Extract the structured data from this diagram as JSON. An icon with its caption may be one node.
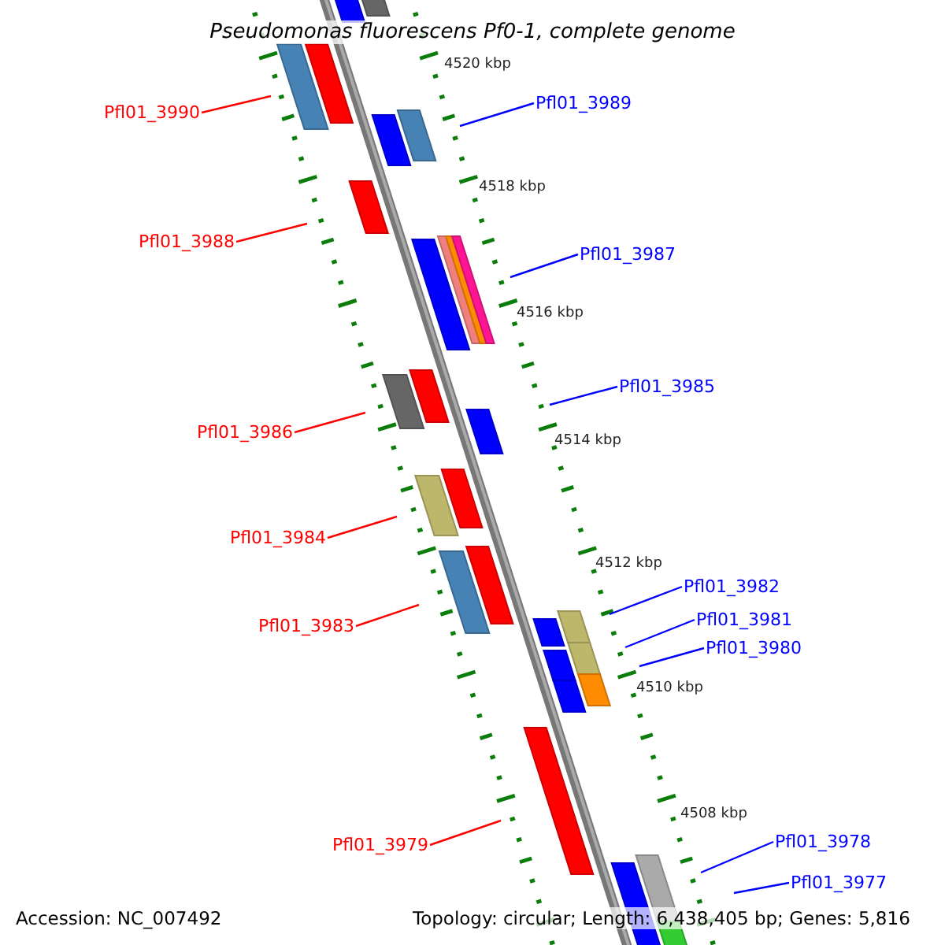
{
  "diagram": {
    "title": "Pseudomonas fluorescens Pf0-1, complete genome",
    "nodes": [
      {
        "text": [
          "Pfl01_3990"
        ]
      },
      {
        "text": [
          "Pfl01_3989"
        ]
      },
      {
        "text": [
          "Pfl01_3988"
        ]
      },
      {
        "text": [
          "Pfl01_3987"
        ]
      },
      {
        "text": [
          "Pfl01_3986"
        ]
      },
      {
        "text": [
          "Pfl01_3985"
        ]
      },
      {
        "text": [
          "Pfl01_3984"
        ]
      },
      {
        "text": [
          "Pfl01_3983"
        ]
      },
      {
        "text": [
          "Pfl01_3982"
        ]
      },
      {
        "text": [
          "Pfl01_3981"
        ]
      },
      {
        "text": [
          "Pfl01_3980"
        ]
      },
      {
        "text": [
          "Pfl01_3979"
        ]
      },
      {
        "text": [
          "Pfl01_3978"
        ]
      },
      {
        "text": [
          "Pfl01_3977"
        ]
      }
    ],
    "edges": [
      {
        "from": 0,
        "to": null,
        "arrow": "none",
        "color": "#ff0000"
      },
      {
        "from": 1,
        "to": null,
        "arrow": "none"
      },
      {
        "from": 2,
        "to": null,
        "arrow": "none",
        "color": "#ff0000"
      },
      {
        "from": 3,
        "to": null,
        "arrow": "none"
      },
      {
        "from": 4,
        "to": null,
        "arrow": "none",
        "color": "#ff0000"
      },
      {
        "from": 5,
        "to": null,
        "arrow": "none"
      },
      {
        "from": 6,
        "to": null,
        "arrow": "none",
        "color": "#ff0000"
      },
      {
        "from": 7,
        "to": null,
        "arrow": "none",
        "color": "#ff0000"
      },
      {
        "from": 8,
        "to": null,
        "arrow": "none"
      },
      {
        "from": 9,
        "to": null,
        "arrow": "none"
      },
      {
        "from": 10,
        "to": null,
        "arrow": "none"
      },
      {
        "from": 11,
        "to": null,
        "arrow": "none",
        "color": "#ff0000"
      },
      {
        "from": 12,
        "to": null,
        "arrow": "none"
      },
      {
        "from": 13,
        "to": null,
        "arrow": "none"
      }
    ],
    "labels": [
      "4520 kbp",
      "4518 kbp",
      "4516 kbp",
      "4514 kbp",
      "4512 kbp",
      "4510 kbp",
      "4508 kbp",
      "Accession: NC_007492",
      "Topology: circular; Length: 6,438,405 bp; Genes: 5,816"
    ]
  }
}
